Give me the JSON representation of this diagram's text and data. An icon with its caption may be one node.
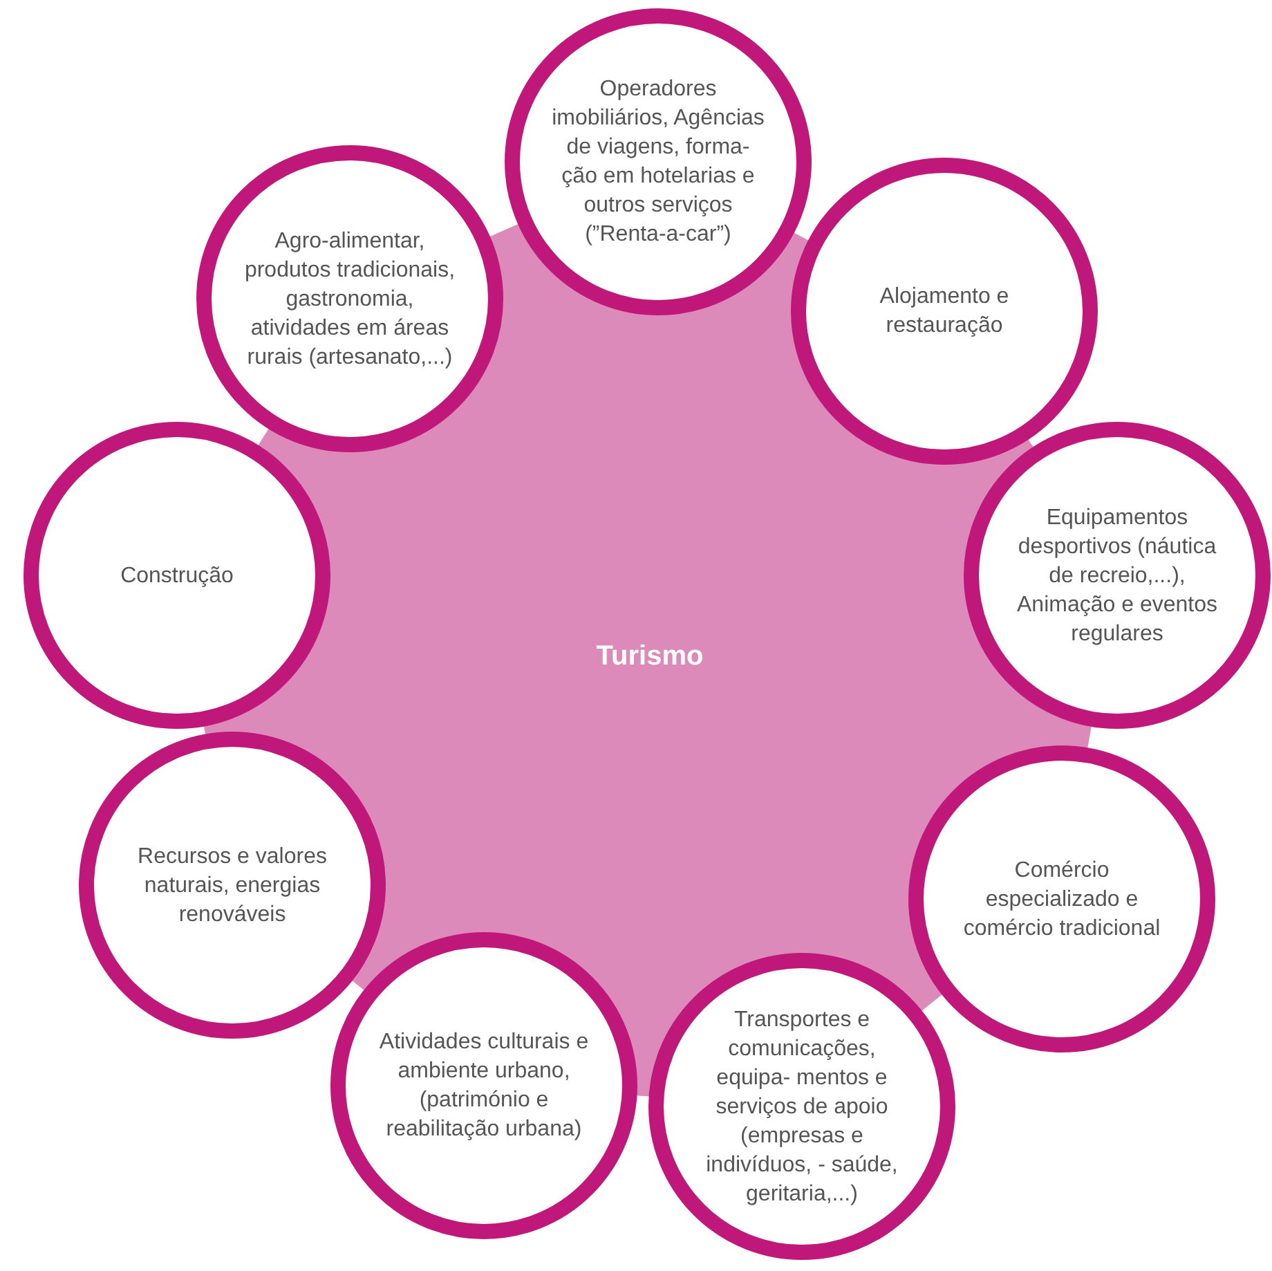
{
  "diagram": {
    "nodes": [
      {
        "text": [
          "Turismo"
        ]
      },
      {
        "text": [
          "Operadores imobiliários, Agências de viagens, forma- ção em hotelarias e outros serviços (”Renta-a-car”)"
        ]
      },
      {
        "text": [
          "Alojamento e restauração"
        ]
      },
      {
        "text": [
          "Equipamentos desportivos (náutica de recreio,...), Animação e eventos regulares"
        ]
      },
      {
        "text": [
          "Comércio especializado e comércio tradicional"
        ]
      },
      {
        "text": [
          "Transportes e comunicações, equipa- mentos e serviços de apoio (empresas e indivíduos, - saúde, geritaria,...)"
        ]
      },
      {
        "text": [
          "Atividades culturais e ambiente urbano, (património e reabilitação urbana)"
        ]
      },
      {
        "text": [
          "Recursos e valores naturais, energias renováveis"
        ]
      },
      {
        "text": [
          "Construção"
        ]
      },
      {
        "text": [
          "Agro-alimentar, produtos tradicionais, gastronomia, atividades em áreas rurais (artesanato,...)"
        ]
      }
    ]
  }
}
